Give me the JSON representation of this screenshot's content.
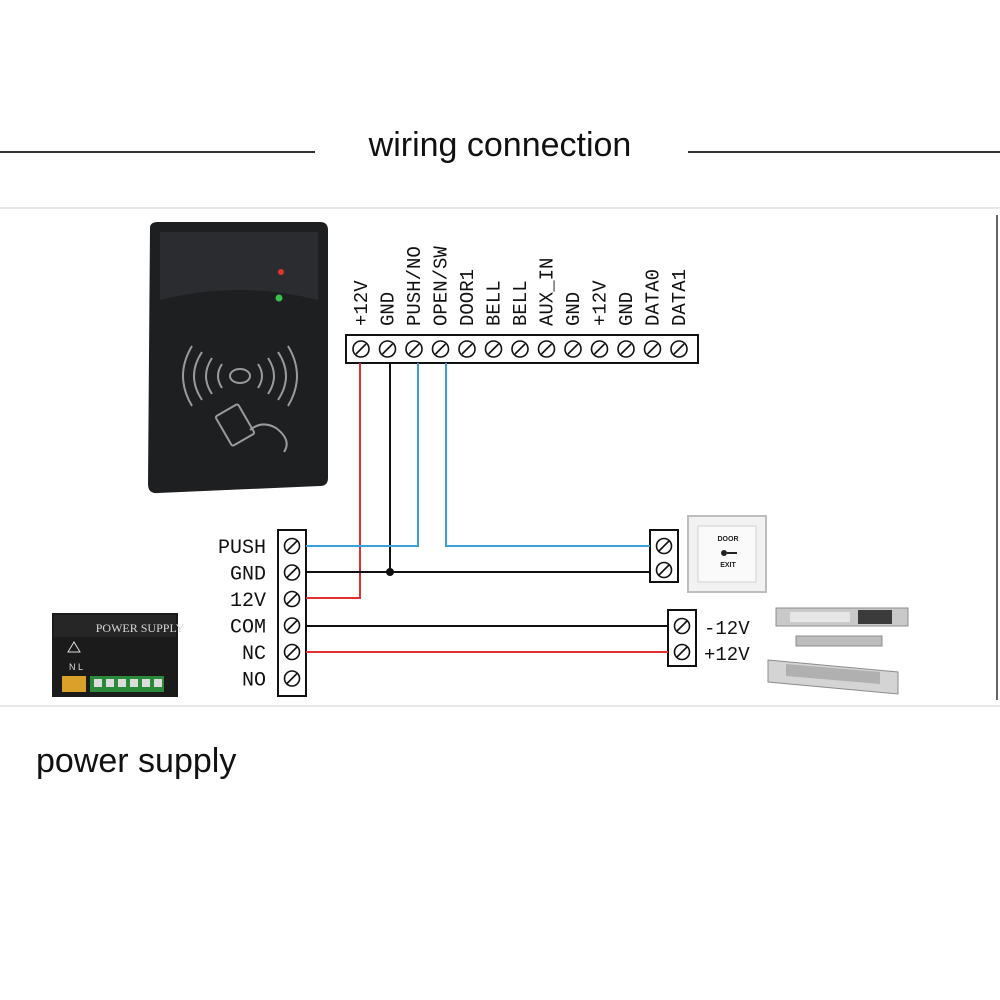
{
  "title": "wiring connection",
  "power_supply_caption": "power supply",
  "power_supply_label": "POWER SUPPLY",
  "psu_mains_markings": "N L",
  "controller_terminals": [
    "+12V",
    "GND",
    "PUSH/NO",
    "OPEN/SW",
    "DOOR1",
    "BELL",
    "BELL",
    "AUX_IN",
    "GND",
    "+12V",
    "GND",
    "DATA0",
    "DATA1"
  ],
  "psu_terminals": [
    "PUSH",
    "GND",
    "12V",
    "COM",
    "NC",
    "NO"
  ],
  "exit_button_text": {
    "line1": "DOOR",
    "line2": "EXIT"
  },
  "lock_terminals": [
    "-12V",
    "+12V"
  ],
  "colors": {
    "red_wire": "#e03030",
    "blue_wire": "#3aa0d8",
    "black_wire": "#111111",
    "reader_body": "#1e1f21"
  },
  "icons": [
    "rfid-reader",
    "exit-button",
    "magnetic-lock",
    "power-supply-unit",
    "screw-terminal"
  ]
}
